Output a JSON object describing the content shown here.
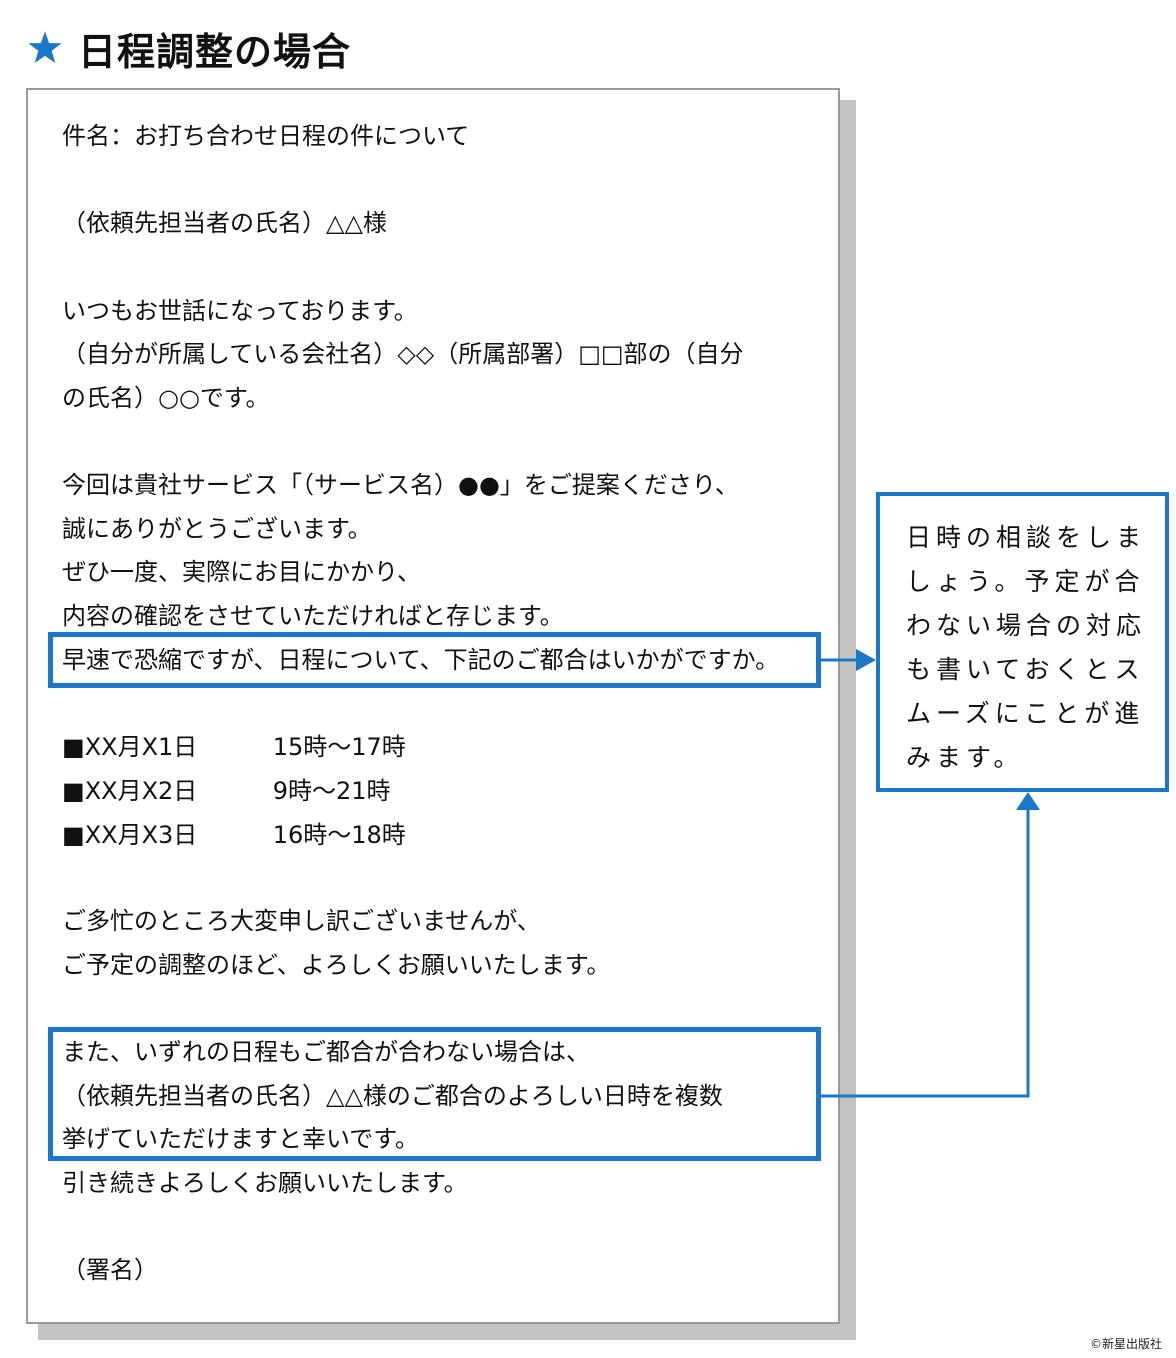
{
  "heading": {
    "icon": "star-icon",
    "title": "日程調整の場合"
  },
  "email": {
    "subject": "件名：お打ち合わせ日程の件について",
    "recipient": "（依頼先担当者の氏名）△△様",
    "greeting": "いつもお世話になっております。",
    "intro_line1": "（自分が所属している会社名）◇◇（所属部署）□□部の（自分",
    "intro_line2": "の氏名）○○です。",
    "body_line1": "今回は貴社サービス「（サービス名）●●」をご提案くださり、",
    "body_line2": "誠にありがとうございます。",
    "body_line3": "ぜひ一度、実際にお目にかかり、",
    "body_line4": "内容の確認をさせていただければと存じます。",
    "request_line": "早速で恐縮ですが、日程について、下記のご都合はいかがですか。",
    "schedule": [
      {
        "bullet": "■",
        "date": "XX月X1日",
        "time": "15時～17時"
      },
      {
        "bullet": "■",
        "date": "XX月X2日",
        "time": "9時～21時"
      },
      {
        "bullet": "■",
        "date": "XX月X3日",
        "time": "16時～18時"
      }
    ],
    "closing_line1": "ご多忙のところ大変申し訳ございませんが、",
    "closing_line2": "ご予定の調整のほど、よろしくお願いいたします。",
    "alternative_line1": "また、いずれの日程もご都合が合わない場合は、",
    "alternative_line2": "（依頼先担当者の氏名）△△様のご都合のよろしい日時を複数",
    "alternative_line3": "挙げていただけますと幸いです。",
    "final_line": "引き続きよろしくお願いいたします。",
    "signature": "（署名）"
  },
  "callout": {
    "text": "日時の相談をしましょう。予定が合わない場合の対応も書いておくとスムーズにことが進みます。"
  },
  "colors": {
    "accent": "#1a78c8",
    "page_border": "#9a9a9a",
    "page_shadow": "#c4c4c4",
    "text": "#111111"
  },
  "copyright": "©新星出版社"
}
